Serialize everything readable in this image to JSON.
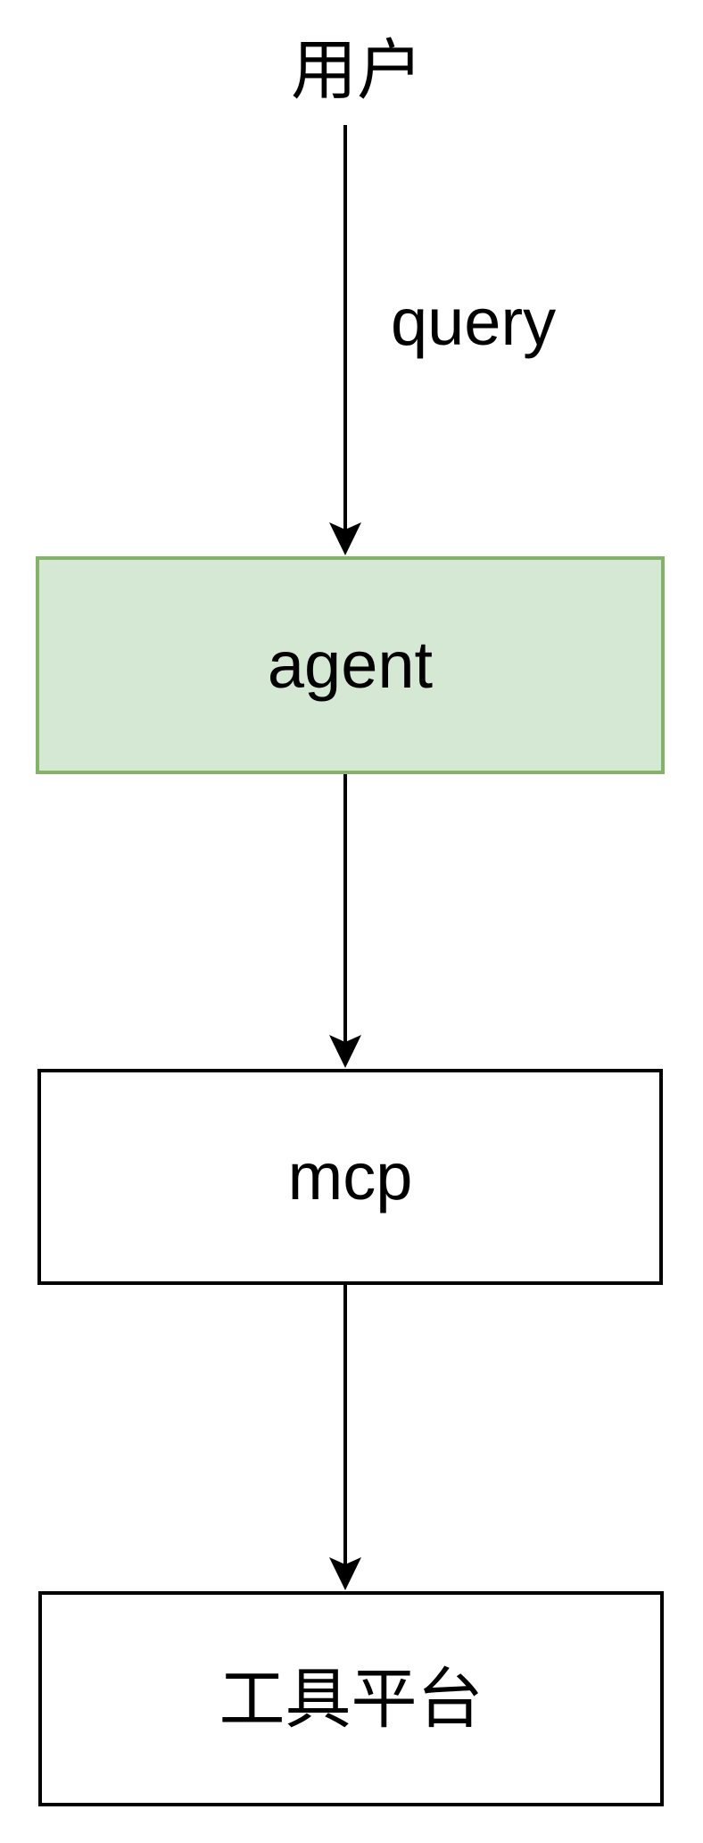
{
  "canvas": {
    "background": "#ffffff",
    "edge_color": "#000000"
  },
  "diagram": {
    "nodes": [
      {
        "id": "user",
        "label": "用户",
        "type": "text"
      },
      {
        "id": "agent",
        "label": "agent",
        "type": "box",
        "fill": "#d5e8d4",
        "stroke": "#82b366"
      },
      {
        "id": "mcp",
        "label": "mcp",
        "type": "box",
        "fill": "#ffffff",
        "stroke": "#000000"
      },
      {
        "id": "platform",
        "label": "工具平台",
        "type": "box",
        "fill": "#ffffff",
        "stroke": "#000000"
      }
    ],
    "edges": [
      {
        "from": "user",
        "to": "agent",
        "label": "query"
      },
      {
        "from": "agent",
        "to": "mcp",
        "label": ""
      },
      {
        "from": "mcp",
        "to": "platform",
        "label": ""
      }
    ]
  }
}
